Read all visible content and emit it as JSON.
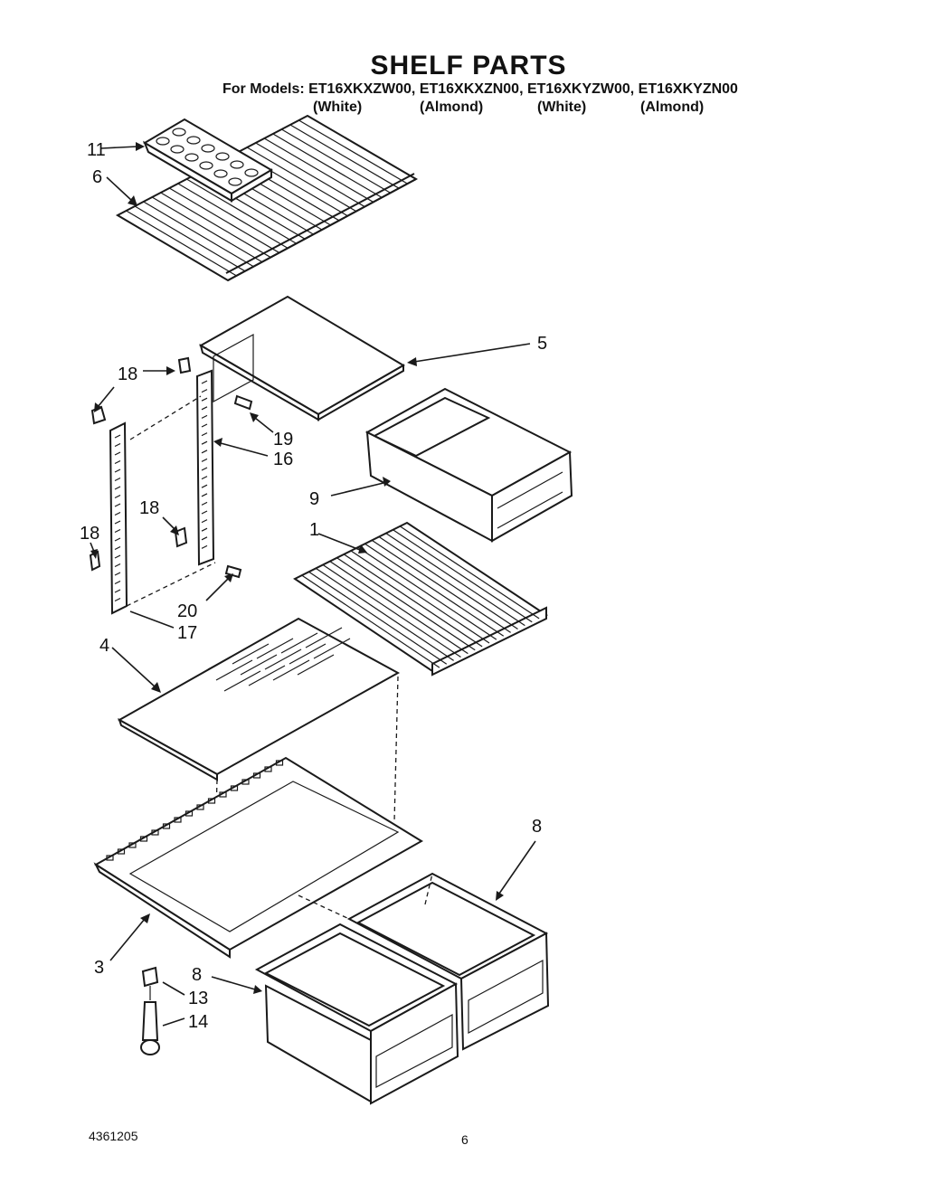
{
  "header": {
    "title": "SHELF PARTS",
    "models_line": "For Models: ET16XKXZW00, ET16XKXZN00, ET16XKYZW00,  ET16XKYZN00",
    "colors": [
      "(White)",
      "(Almond)",
      "(White)",
      "(Almond)"
    ]
  },
  "callouts": {
    "c11": "11",
    "c6": "6",
    "c5": "5",
    "c18a": "18",
    "c18b": "18",
    "c18c": "18",
    "c19": "19",
    "c16": "16",
    "c9": "9",
    "c1": "1",
    "c20": "20",
    "c17": "17",
    "c4": "4",
    "c8a": "8",
    "c3": "3",
    "c8b": "8",
    "c13": "13",
    "c14": "14"
  },
  "footer": {
    "code": "4361205",
    "page": "6"
  }
}
